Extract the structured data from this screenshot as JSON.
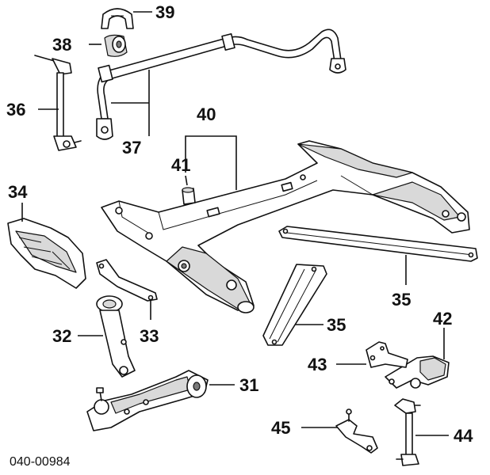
{
  "diagram_id": "040-00984",
  "callouts": {
    "c31": "31",
    "c32": "32",
    "c33": "33",
    "c34": "34",
    "c35a": "35",
    "c35b": "35",
    "c36": "36",
    "c37": "37",
    "c38": "38",
    "c39": "39",
    "c40": "40",
    "c41": "41",
    "c42": "42",
    "c43": "43",
    "c44": "44",
    "c45": "45"
  }
}
